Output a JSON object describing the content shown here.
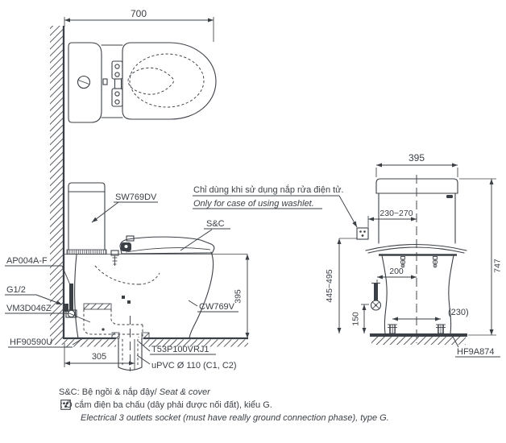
{
  "drawing": {
    "dims": {
      "top_depth": "700",
      "front_rim_height": "395",
      "front_drain_offset": "305",
      "side_width": "395",
      "side_total_height": "747",
      "socket_offset": "230~270",
      "socket_height": "445~495",
      "supply_offset": "200",
      "supply_height": "150",
      "bolt_pitch": "(230)"
    },
    "labels": {
      "tank": "SW769DV",
      "seat": "S&C",
      "bowl": "CW769V",
      "valve_fitting": "AP004A-F",
      "supply_size": "G1/2",
      "connector": "VM3D046Z",
      "flange": "HF90590U",
      "drain_joint": "T53P100VRJ1",
      "drain_pipe": "uPVC Ø 110 (C1, C2)",
      "bolt_kit": "HF9A874"
    },
    "washlet_note": {
      "vi": "Chỉ dùng khi sử dụng nắp rửa điện tử.",
      "en": "Only for case of using washlet."
    }
  },
  "notes": {
    "seat_key": "S&C:",
    "seat_vi": " Bệ ngồi & nắp đậy/",
    "seat_en": " Seat & cover",
    "socket_sep": " : ",
    "socket_vi": "Ổ cắm điện ba chấu (dây phải được nối đất), kiểu G.",
    "socket_en": "Electrical 3 outlets socket (must have really ground connection phase), type G."
  },
  "colors": {
    "ink": "#3b4046",
    "paper": "#ffffff"
  }
}
